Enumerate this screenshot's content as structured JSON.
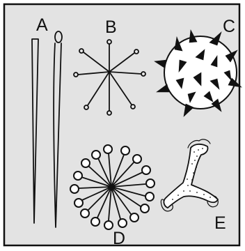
{
  "labels": {
    "a": "A",
    "b": "B",
    "c": "C",
    "d": "D",
    "e": "E"
  },
  "colors": {
    "frame": "#111111",
    "panel": "#e3e3e3",
    "ink": "#111111",
    "paper": "#ffffff"
  }
}
